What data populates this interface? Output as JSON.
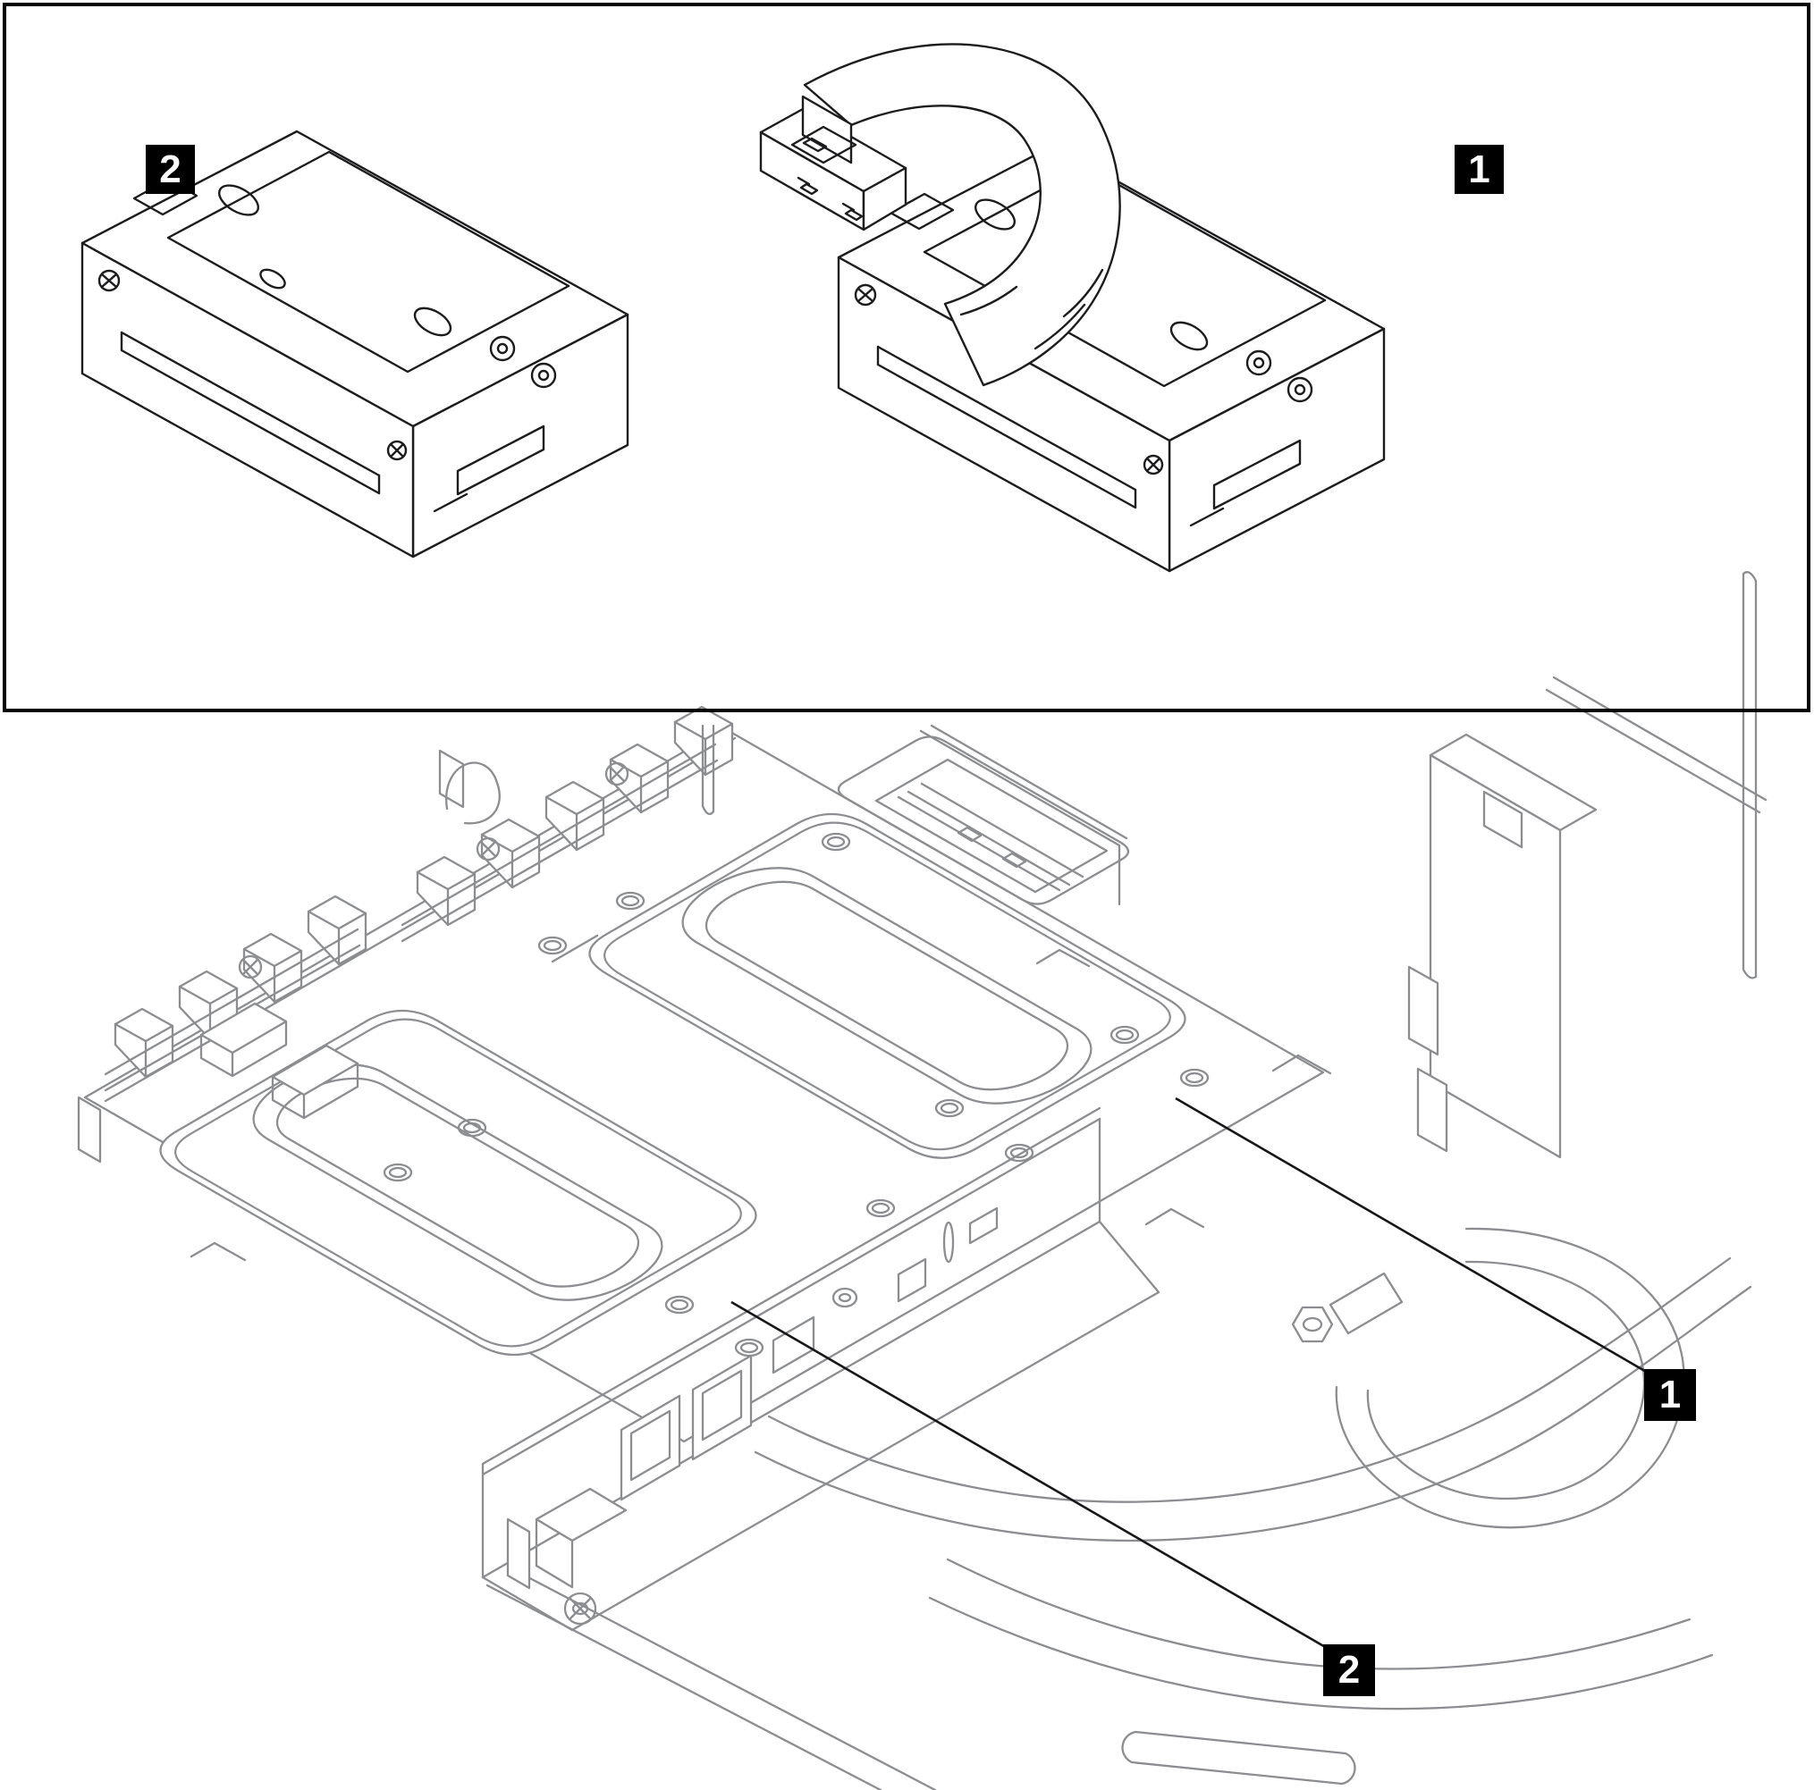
{
  "figure": {
    "kind": "hardware-service-illustration",
    "background": "#ffffff"
  },
  "colors": {
    "panel_border": "#000000",
    "dark_line": "#1c1c1e",
    "gray_line": "#8b8d90",
    "leader_line": "#17171a",
    "callout_bg": "#000000",
    "callout_text": "#ffffff"
  },
  "top_panel": {
    "callouts": [
      {
        "id": "riser-2",
        "label": "2"
      },
      {
        "id": "riser-1",
        "label": "1"
      }
    ]
  },
  "bottom_panel": {
    "callouts": [
      {
        "id": "location-1",
        "label": "1"
      },
      {
        "id": "location-2",
        "label": "2"
      }
    ]
  }
}
